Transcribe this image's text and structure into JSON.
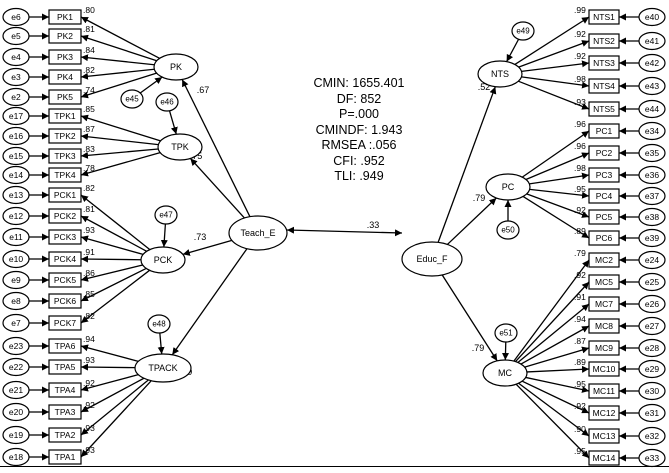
{
  "fit": [
    "CMIN: 1655.401",
    "DF: 852",
    "P=.000",
    "CMINDF: 1.943",
    "RMSEA :.056",
    "CFI: .952",
    "TLI: .949"
  ],
  "teach": {
    "name": "Teach_E",
    "factors": [
      {
        "name": "PK",
        "loading": ".67",
        "error": "e45",
        "items": [
          [
            "e6",
            "PK1",
            ".80"
          ],
          [
            "e5",
            "PK2",
            ".81"
          ],
          [
            "e4",
            "PK3",
            ".84"
          ],
          [
            "e3",
            "PK4",
            ".82"
          ],
          [
            "e2",
            "PK5",
            ".74"
          ]
        ]
      },
      {
        "name": "TPK",
        "loading": ".75",
        "error": "e46",
        "items": [
          [
            "e17",
            "TPK1",
            ".85"
          ],
          [
            "e16",
            "TPK2",
            ".87"
          ],
          [
            "e15",
            "TPK3",
            ".83"
          ],
          [
            "e14",
            "TPK4",
            ".78"
          ]
        ]
      },
      {
        "name": "PCK",
        "loading": ".73",
        "error": "e47",
        "items": [
          [
            "e13",
            "PCK1",
            ".82"
          ],
          [
            "e12",
            "PCK2",
            ".81"
          ],
          [
            "e11",
            "PCK3",
            ".93"
          ],
          [
            "e10",
            "PCK4",
            ".91"
          ],
          [
            "e9",
            "PCK5",
            ".86"
          ],
          [
            "e8",
            "PCK6",
            ".85"
          ],
          [
            "e7",
            "PCK7",
            ".82"
          ]
        ]
      },
      {
        "name": "TPACK",
        "loading": ".69",
        "error": "e48",
        "items": [
          [
            "e23",
            "TPA6",
            ".94"
          ],
          [
            "e22",
            "TPA5",
            ".93"
          ],
          [
            "e21",
            "TPA4",
            ".92"
          ],
          [
            "e20",
            "TPA3",
            ".92"
          ],
          [
            "e19",
            "TPA2",
            ".93"
          ],
          [
            "e18",
            "TPA1",
            ".93"
          ]
        ]
      }
    ]
  },
  "educ": {
    "name": "Educ_F",
    "factors": [
      {
        "name": "NTS",
        "loading": ".52",
        "error": "e49",
        "items": [
          [
            "e40",
            "NTS1",
            ".99"
          ],
          [
            "e41",
            "NTS2",
            ".92"
          ],
          [
            "e42",
            "NTS3",
            ".92"
          ],
          [
            "e43",
            "NTS4",
            ".98"
          ],
          [
            "e44",
            "NTS5",
            ".93"
          ]
        ]
      },
      {
        "name": "PC",
        "loading": ".79",
        "error": "e50",
        "items": [
          [
            "e34",
            "PC1",
            ".96"
          ],
          [
            "e35",
            "PC2",
            ".96"
          ],
          [
            "e36",
            "PC3",
            ".98"
          ],
          [
            "e37",
            "PC4",
            ".95"
          ],
          [
            "e38",
            "PC5",
            ".92"
          ],
          [
            "e39",
            "PC6",
            ".89"
          ]
        ]
      },
      {
        "name": "MC",
        "loading": ".79",
        "error": "e51",
        "items": [
          [
            "e24",
            "MC2",
            ".79"
          ],
          [
            "e25",
            "MC5",
            ".92"
          ],
          [
            "e26",
            "MC7",
            ".91"
          ],
          [
            "e27",
            "MC8",
            ".94"
          ],
          [
            "e28",
            "MC9",
            ".87"
          ],
          [
            "e29",
            "MC10",
            ".89"
          ],
          [
            "e30",
            "MC11",
            ".95"
          ],
          [
            "e31",
            "MC12",
            ".92"
          ],
          [
            "e32",
            "MC13",
            ".90"
          ],
          [
            "e33",
            "MC14",
            ".95"
          ]
        ]
      }
    ]
  },
  "correlation": ".33"
}
